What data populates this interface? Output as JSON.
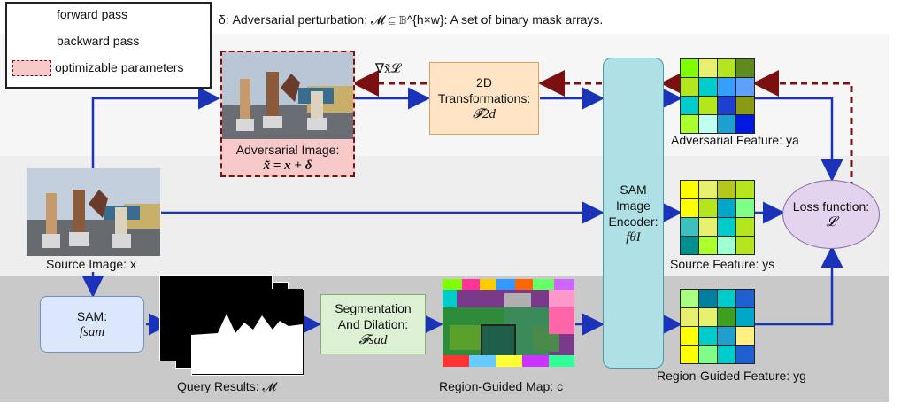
{
  "legend": {
    "forward": "forward pass",
    "backward": "backward pass",
    "optimizable": "optimizable parameters"
  },
  "header_note": "δ: Adversarial perturbation; 𝓜 ⊆ 𝔹^{h×w}: A set of binary mask arrays.",
  "gradient_label": "∇x̃𝓛",
  "transform_box": {
    "line1": "2D",
    "line2": "Transformations:",
    "sym": "𝓕2d"
  },
  "adv_image": {
    "line1": "Adversarial Image:",
    "formula": "x̃ = x + δ"
  },
  "encoder": {
    "line1": "SAM",
    "line2": "Image",
    "line3": "Encoder:",
    "sym": "fθI"
  },
  "source_image_label": "Source Image: x",
  "sam_box": {
    "line1": "SAM:",
    "sym": "fsam"
  },
  "query_label": "Query Results: 𝓜",
  "seg_box": {
    "line1": "Segmentation",
    "line2": "And Dilation:",
    "sym": "𝓕sad"
  },
  "region_map_label": "Region-Guided Map: c",
  "adv_feature_label": "Adversarial Feature: ya",
  "src_feature_label": "Source Feature: ys",
  "rg_feature_label": "Region-Guided Feature: yg",
  "loss_box": {
    "line1": "Loss function:",
    "sym": "𝓛"
  },
  "colors": {
    "forward": "#1a33b8",
    "backward": "#7a1010",
    "encoder_fill": "#aee0e6",
    "transform_fill": "#ffe5c6",
    "sam_fill": "#dbe8fb",
    "seg_fill": "#dcf0d4",
    "loss_fill": "#e4d3ee",
    "band_mid": "#f0f0f0",
    "band_bottom": "#c8c8c8"
  },
  "feature_grids": {
    "adversarial": [
      "#7fff00",
      "#e6f06e",
      "#b5e61d",
      "#5f8a1e",
      "#b5e61d",
      "#00cccc",
      "#33a0ff",
      "#5fa0ff",
      "#00cccc",
      "#b5e61d",
      "#1f3fd0",
      "#8a9a14",
      "#adff2f",
      "#c0fff0",
      "#1f9fd0",
      "#0018e0"
    ],
    "source": [
      "#ffff00",
      "#e6f06e",
      "#b5c71d",
      "#b5e61d",
      "#ffff00",
      "#b5e61d",
      "#00a8c8",
      "#7fff88",
      "#3fc0c0",
      "#e6f06e",
      "#00cccc",
      "#b5e61d",
      "#009090",
      "#adff2f",
      "#a0ffd0",
      "#b5e61d"
    ],
    "region": [
      "#a8ff80",
      "#007f9f",
      "#00cccc",
      "#1f5fd0",
      "#e6f06e",
      "#e6f06e",
      "#3fa020",
      "#00a8c8",
      "#ffff00",
      "#00cccc",
      "#1f9fd0",
      "#fff080",
      "#ffff00",
      "#7fff88",
      "#00cccc",
      "#1f5fd0"
    ]
  }
}
